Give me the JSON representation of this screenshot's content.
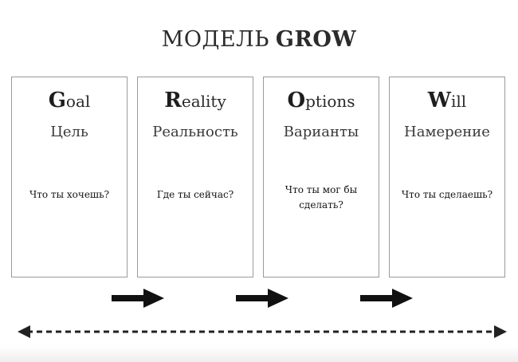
{
  "title": {
    "plain": "МОДЕЛЬ",
    "bold": "GROW"
  },
  "cards": [
    {
      "initial": "G",
      "rest": "oal",
      "russian": "Цель",
      "question": "Что ты хочешь?"
    },
    {
      "initial": "R",
      "rest": "eality",
      "russian": "Реальность",
      "question": "Где ты сейчас?"
    },
    {
      "initial": "O",
      "rest": "ptions",
      "russian": "Варианты",
      "question_line1": "Что ты мог бы",
      "question_line2": "сделать?"
    },
    {
      "initial": "W",
      "rest": "ill",
      "russian": "Намерение",
      "question": "Что ты сделаешь?"
    }
  ],
  "colors": {
    "border": "#9a9a9a",
    "arrow": "#111111",
    "text": "#222222"
  }
}
